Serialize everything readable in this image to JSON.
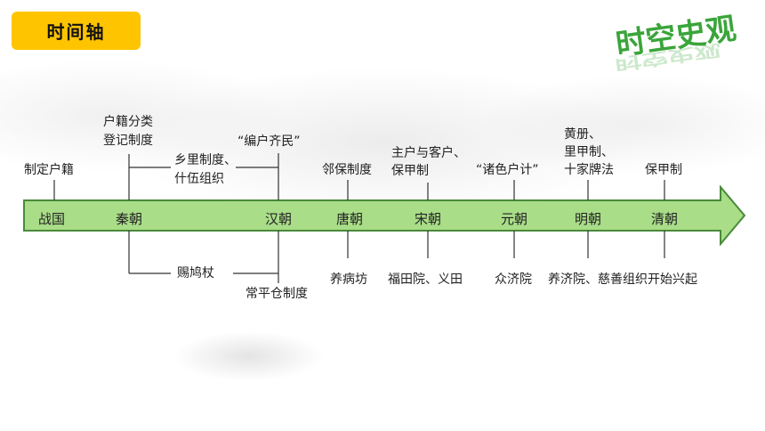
{
  "header": {
    "title": "时间轴",
    "logo_text": "时空史观",
    "accent": "#ffc400",
    "logo_color": "#3aa53a"
  },
  "timeline": {
    "bar_color": "#a9dd88",
    "bar_border": "#4a8a3a",
    "dynasties": [
      "战国",
      "秦朝",
      "汉朝",
      "唐朝",
      "宋朝",
      "元朝",
      "明朝",
      "清朝"
    ],
    "above": {
      "zhiding_huji": "制定户籍",
      "huji_fenlei_1": "户籍分类",
      "huji_fenlei_2": "登记制度",
      "xiangli_1": "乡里制度、",
      "xiangli_2": "什伍组织",
      "bianhu_qimin": "“编户齐民”",
      "linbao": "邻保制度",
      "zhuhu_1": "主户与客户、",
      "zhuhu_2": "保甲制",
      "zhuse_huji": "“诸色户计”",
      "huangce_1": "黄册、",
      "huangce_2": "里甲制、",
      "huangce_3": "十家牌法",
      "baojia": "保甲制"
    },
    "below": {
      "cijiu_zhang": "赐鸠杖",
      "changping_cang": "常平仓制度",
      "yangbing_fang": "养病坊",
      "futian_yuan": "福田院、义田",
      "zhongji_yuan": "众济院",
      "yangji_yuan": "养济院、慈善组织开始兴起"
    }
  }
}
